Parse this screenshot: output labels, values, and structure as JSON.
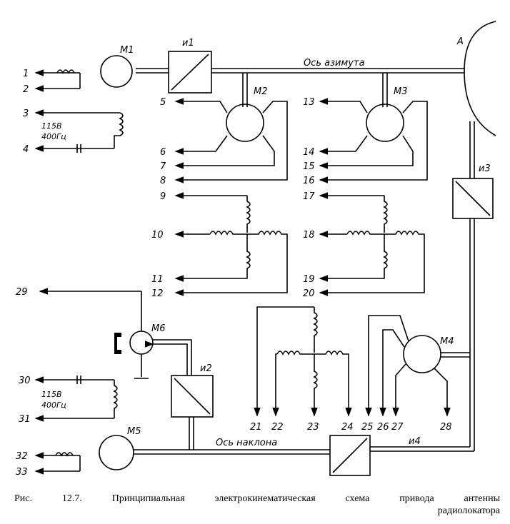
{
  "diagram": {
    "motors": {
      "m1": "M1",
      "m2": "M2",
      "m3": "M3",
      "m4": "M4",
      "m5": "M5",
      "m6": "M6"
    },
    "transmitters": {
      "i1": "и1",
      "i2": "и2",
      "i3": "и3",
      "i4": "и4"
    },
    "antenna": "A",
    "axis_azimuth": "Ось азимута",
    "axis_tilt": "Ось наклона",
    "supply_top": {
      "voltage": "115В",
      "freq": "400Гц"
    },
    "supply_bottom": {
      "voltage": "115В",
      "freq": "400Гц"
    },
    "terminals": [
      "1",
      "2",
      "3",
      "4",
      "5",
      "6",
      "7",
      "8",
      "9",
      "10",
      "11",
      "12",
      "13",
      "14",
      "15",
      "16",
      "17",
      "18",
      "19",
      "20",
      "21",
      "22",
      "23",
      "24",
      "25",
      "26",
      "27",
      "28",
      "29",
      "30",
      "31",
      "32",
      "33"
    ]
  },
  "caption": {
    "words": [
      "Рис.",
      "12.7.",
      "Принципиальная",
      "электрокинематическая",
      "схема",
      "привода",
      "антенны"
    ],
    "line2": "радиолокатора"
  }
}
